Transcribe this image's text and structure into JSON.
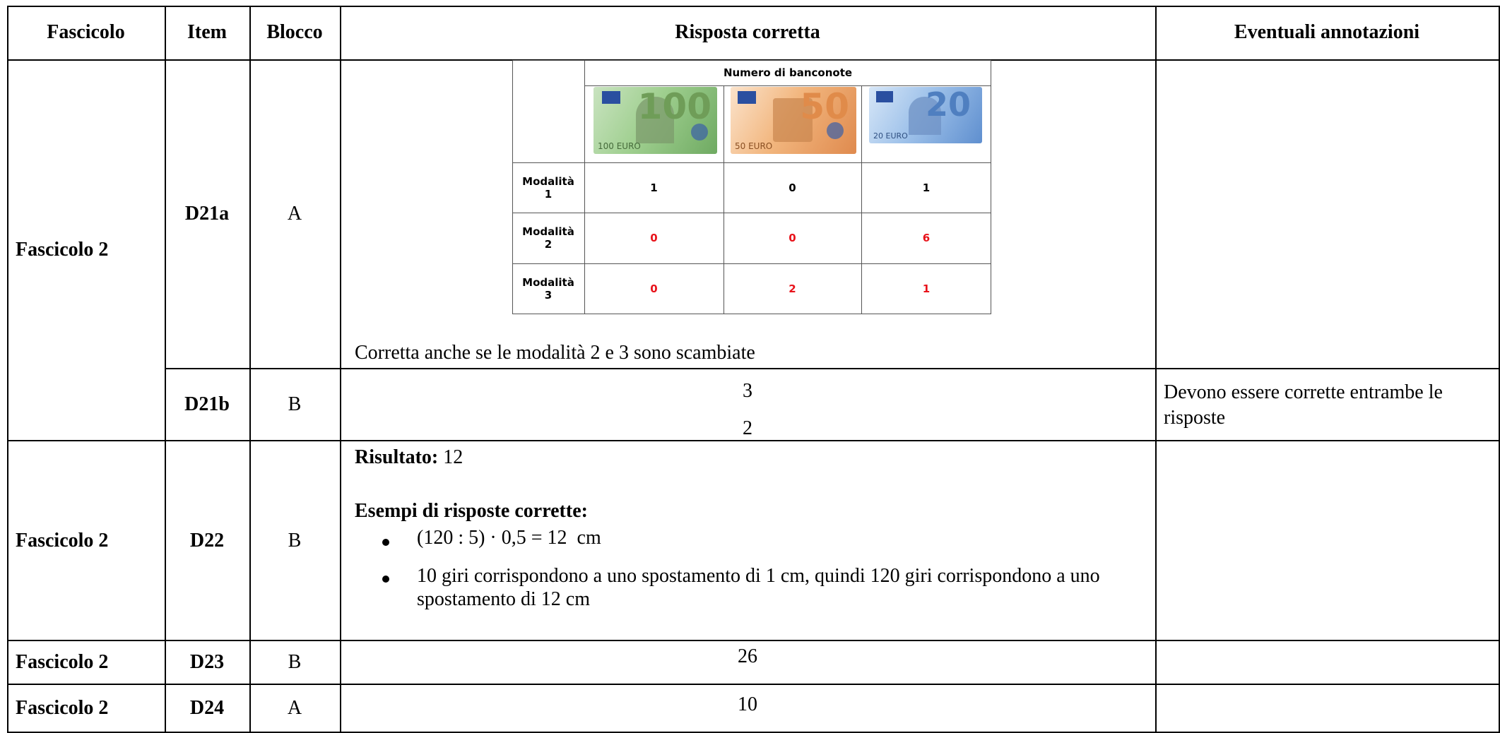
{
  "header": {
    "fascicolo": "Fascicolo",
    "item": "Item",
    "blocco": "Blocco",
    "risposta": "Risposta corretta",
    "annotazioni": "Eventuali annotazioni"
  },
  "rows": [
    {
      "fascicolo": "Fascicolo 2",
      "item_a": "D21a",
      "blocco_a": "A",
      "risposta_a_note": "Corretta anche se le modalità 2 e 3 sono scambiate",
      "item_b": "D21b",
      "blocco_b": "B",
      "risposta_b_line1": "3",
      "risposta_b_line2": "2",
      "annotazione_b": "Devono essere corrette entrambe le risposte"
    },
    {
      "fascicolo": "Fascicolo 2",
      "item": "D22",
      "blocco": "B",
      "risultato_label": "Risultato:",
      "risultato_value": "12",
      "esempi_label": "Esempi di risposte corrette:",
      "esempio_1": "(120 : 5) · 0,5 = 12  cm",
      "esempio_2": "10 giri corrispondono a uno spostamento di 1 cm, quindi 120 giri corrispondono a uno spostamento di 12 cm"
    },
    {
      "fascicolo": "Fascicolo 2",
      "item": "D23",
      "blocco": "B",
      "risposta": "26"
    },
    {
      "fascicolo": "Fascicolo 2",
      "item": "D24",
      "blocco": "A",
      "risposta": "10"
    }
  ],
  "banknote_table": {
    "title": "Numero di banconote",
    "notes": [
      {
        "value": "100",
        "caption": "100 EURO",
        "color": "#8fbf7a"
      },
      {
        "value": "50",
        "caption": "50 EURO",
        "color": "#e9a25c"
      },
      {
        "value": "20",
        "caption": "20 EURO",
        "color": "#6f9fd8"
      }
    ],
    "rows": [
      {
        "label1": "Modalità",
        "label2": "1",
        "values": [
          "1",
          "0",
          "1"
        ],
        "highlight": false
      },
      {
        "label1": "Modalità",
        "label2": "2",
        "values": [
          "0",
          "0",
          "6"
        ],
        "highlight": true
      },
      {
        "label1": "Modalità",
        "label2": "3",
        "values": [
          "0",
          "2",
          "1"
        ],
        "highlight": true
      }
    ],
    "highlight_color": "#e8121a"
  }
}
